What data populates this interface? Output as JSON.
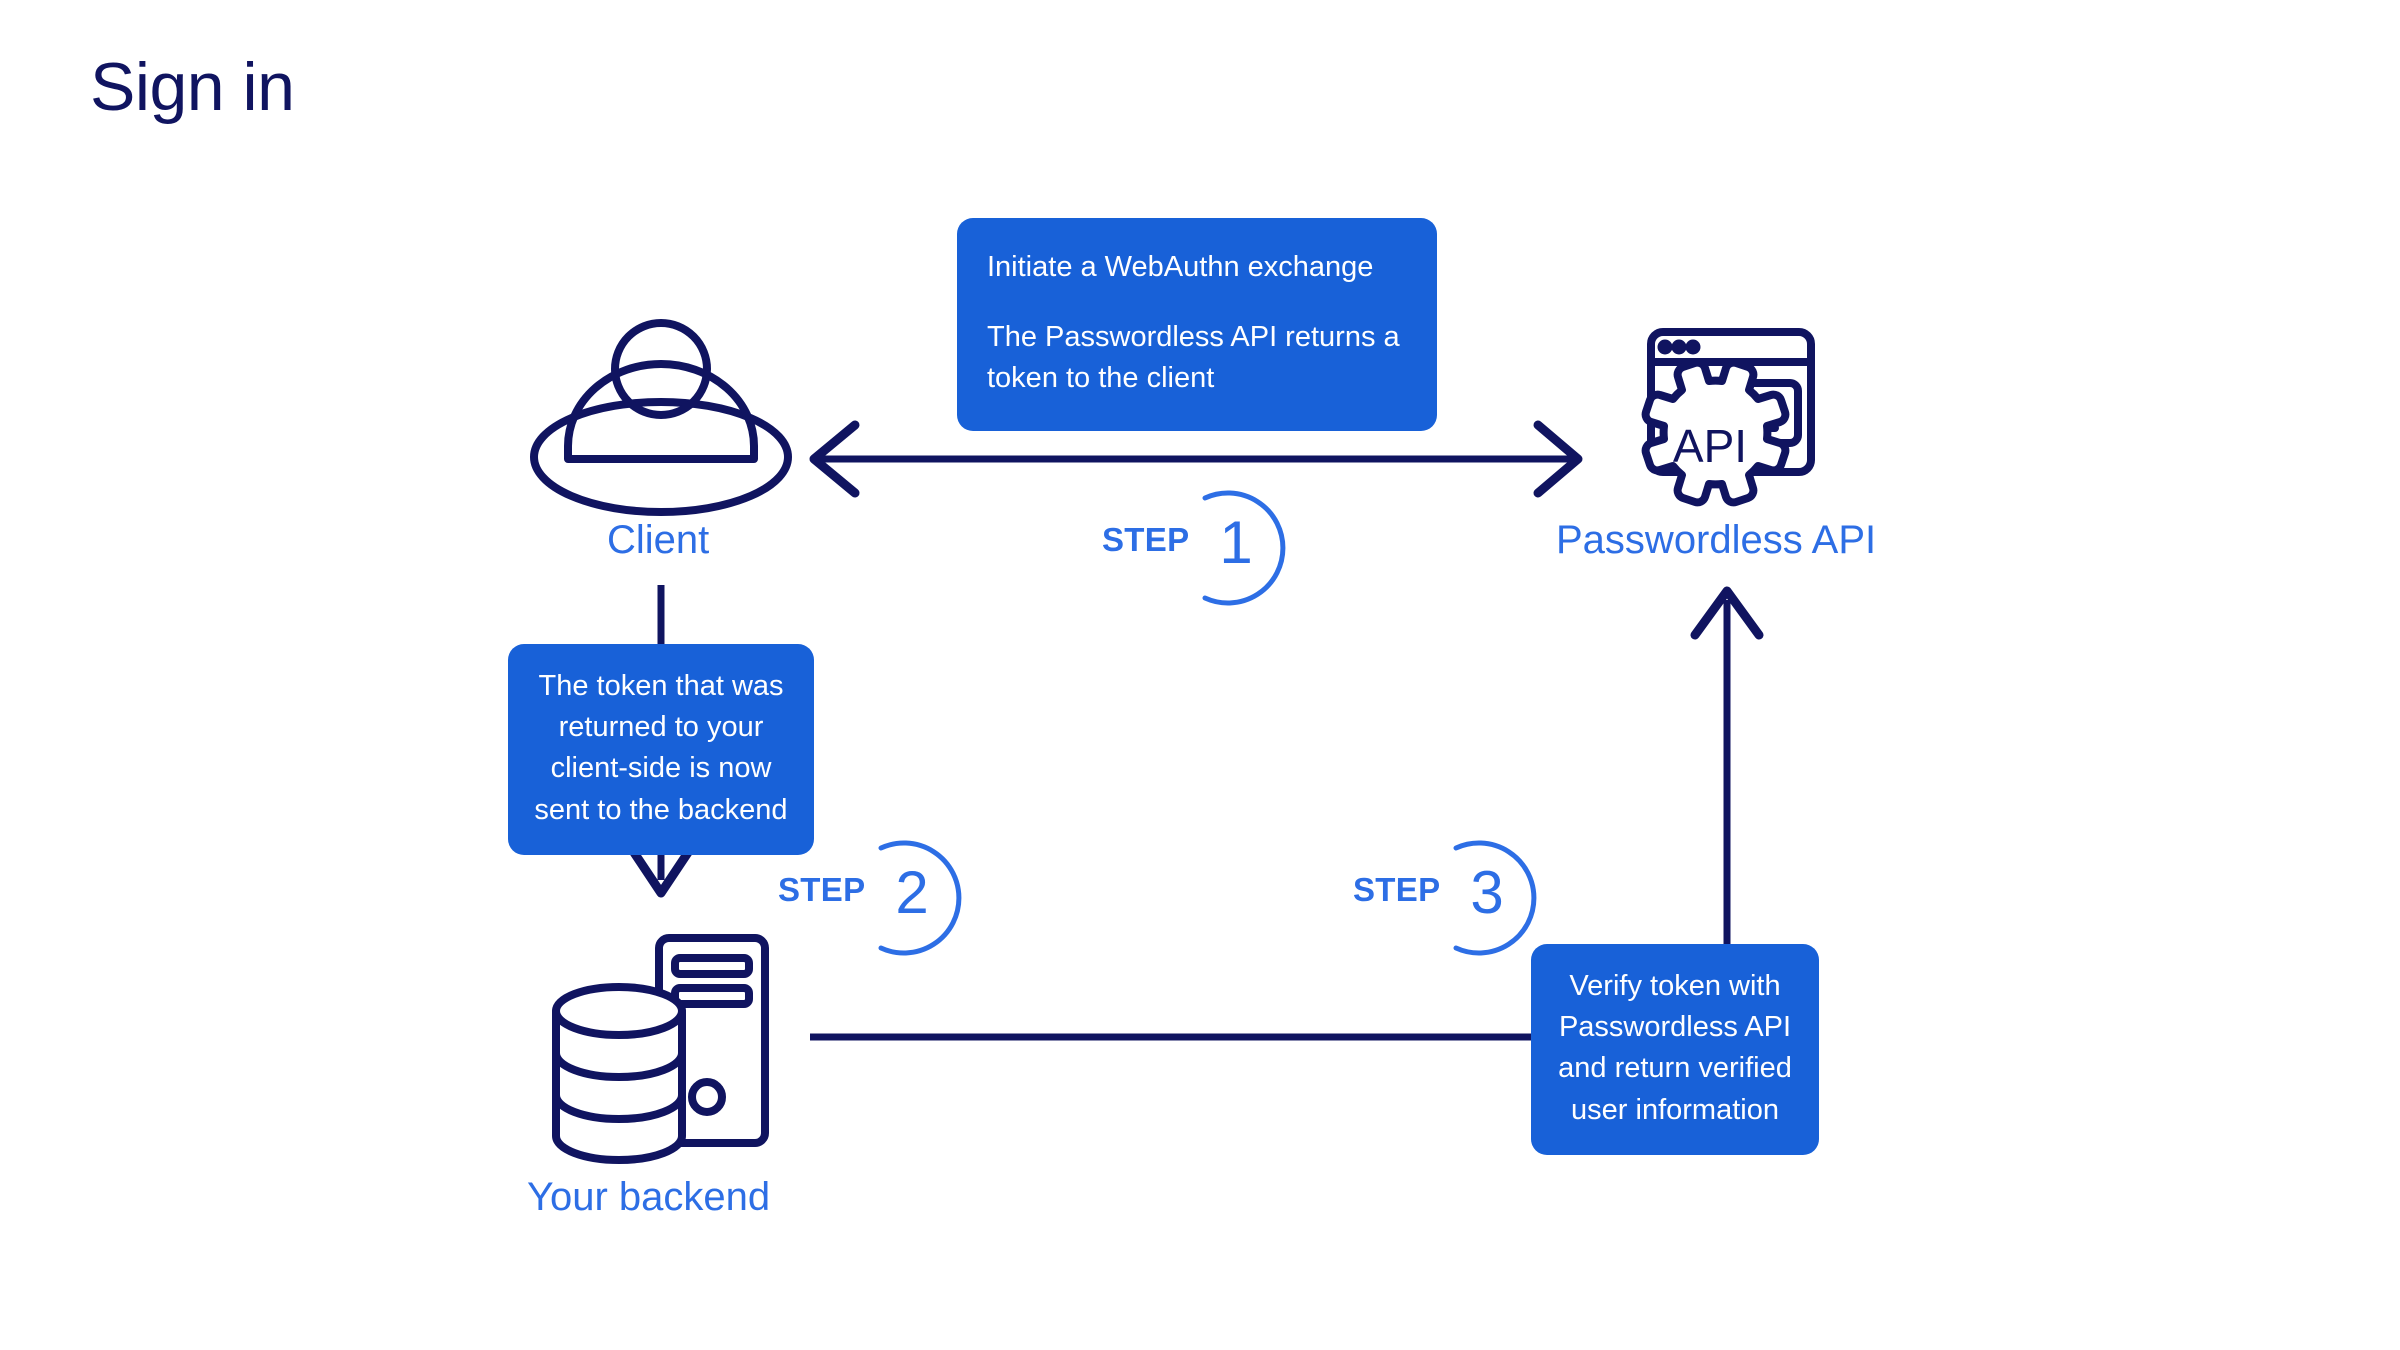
{
  "page": {
    "title": "Sign in",
    "background": "#ffffff"
  },
  "colors": {
    "navy": "#101460",
    "accent_blue": "#2d6ee5",
    "callout_blue": "#1861d8",
    "white": "#ffffff"
  },
  "nodes": [
    {
      "id": "client",
      "label": "Client",
      "icon": "user-circle-icon"
    },
    {
      "id": "api",
      "label": "Passwordless API",
      "icon": "api-gear-terminal-icon"
    },
    {
      "id": "backend",
      "label": "Your backend",
      "icon": "server-database-icon"
    }
  ],
  "callouts": [
    {
      "id": "callout-1",
      "align": "left",
      "lines": [
        "Initiate a WebAuthn exchange",
        "The Passwordless API returns a token to the client"
      ]
    },
    {
      "id": "callout-2",
      "align": "center",
      "lines": [
        "The token that was returned to your client-side is now sent to the backend"
      ]
    },
    {
      "id": "callout-3",
      "align": "center",
      "lines": [
        "Verify token with Passwordless API and return verified user information"
      ]
    }
  ],
  "steps": [
    {
      "id": "step-1",
      "word": "STEP",
      "number": "1"
    },
    {
      "id": "step-2",
      "word": "STEP",
      "number": "2"
    },
    {
      "id": "step-3",
      "word": "STEP",
      "number": "3"
    }
  ],
  "icons": {
    "api_badge_text": "API",
    "terminal_prompt": ">_"
  },
  "connectors": [
    {
      "id": "client-api-arrow",
      "from": "client",
      "to": "api",
      "direction": "bidirectional"
    },
    {
      "id": "client-backend-arrow",
      "from": "client",
      "to": "backend",
      "direction": "down"
    },
    {
      "id": "backend-callout-line",
      "from": "backend",
      "to": "callout-3",
      "direction": "none"
    },
    {
      "id": "callout-api-arrow",
      "from": "callout-3",
      "to": "api",
      "direction": "up"
    }
  ]
}
